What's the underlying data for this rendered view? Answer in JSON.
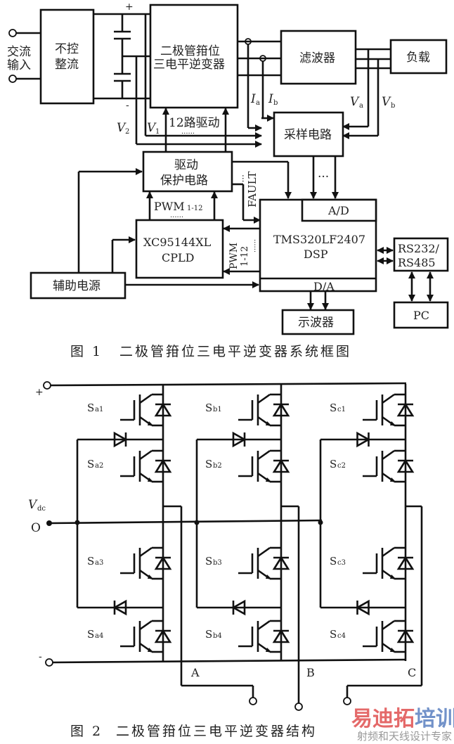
{
  "figure1": {
    "caption_number": "图 1",
    "caption_title": "二极管箝位三电平逆变器系统框图",
    "blocks": {
      "ac_input_line1": "交流",
      "ac_input_line2": "输入",
      "rectifier_line1": "不控",
      "rectifier_line2": "整流",
      "inverter_line1": "二极管箝位",
      "inverter_line2": "三电平逆变器",
      "filter": "滤波器",
      "load": "负载",
      "sampling": "采样电路",
      "driver_line1": "驱动",
      "driver_line2": "保护电路",
      "cpld_line1": "XC95144XL",
      "cpld_line2": "CPLD",
      "dsp_line1": "TMS320LF2407",
      "dsp_line2": "DSP",
      "adc": "A/D",
      "dac": "D/A",
      "comm_line1": "RS232/",
      "comm_line2": "RS485",
      "pc": "PC",
      "aux_power": "辅助电源",
      "oscilloscope": "示波器"
    },
    "labels": {
      "plus": "+",
      "minus": "-",
      "v1": "V",
      "v1_sub": "1",
      "v2": "V",
      "v2_sub": "2",
      "ia": "I",
      "ia_sub": "a",
      "ib": "I",
      "ib_sub": "b",
      "va": "V",
      "va_sub": "a",
      "vb": "V",
      "vb_sub": "b",
      "drive12": "12路驱动",
      "pwm": "PWM",
      "pwm_sub": "1-12",
      "pwm_vertical": "PWM",
      "pwm_vertical_sub": "1-12",
      "fault": "FAULT",
      "dots": "......",
      "ellipsis": "..."
    }
  },
  "figure2": {
    "caption_number": "图 2",
    "caption_title": "二极管箝位三电平逆变器结构",
    "labels": {
      "plus": "+",
      "minus": "-",
      "vdc": "V",
      "vdc_sub": "dc",
      "neutral": "O",
      "phase_a": "A",
      "phase_b": "B",
      "phase_c": "C"
    },
    "switches": [
      {
        "name": "S",
        "sub": "a1"
      },
      {
        "name": "S",
        "sub": "a2"
      },
      {
        "name": "S",
        "sub": "a3"
      },
      {
        "name": "S",
        "sub": "a4"
      },
      {
        "name": "S",
        "sub": "b1"
      },
      {
        "name": "S",
        "sub": "b2"
      },
      {
        "name": "S",
        "sub": "b3"
      },
      {
        "name": "S",
        "sub": "b4"
      },
      {
        "name": "S",
        "sub": "c1"
      },
      {
        "name": "S",
        "sub": "c2"
      },
      {
        "name": "S",
        "sub": "c3"
      },
      {
        "name": "S",
        "sub": "c4"
      }
    ]
  },
  "watermark": {
    "brand_part1": "易迪拓",
    "brand_part2": "培训",
    "tagline": "射频和天线设计专家",
    "color1": "#e05050",
    "color2": "#5a7fc0"
  }
}
